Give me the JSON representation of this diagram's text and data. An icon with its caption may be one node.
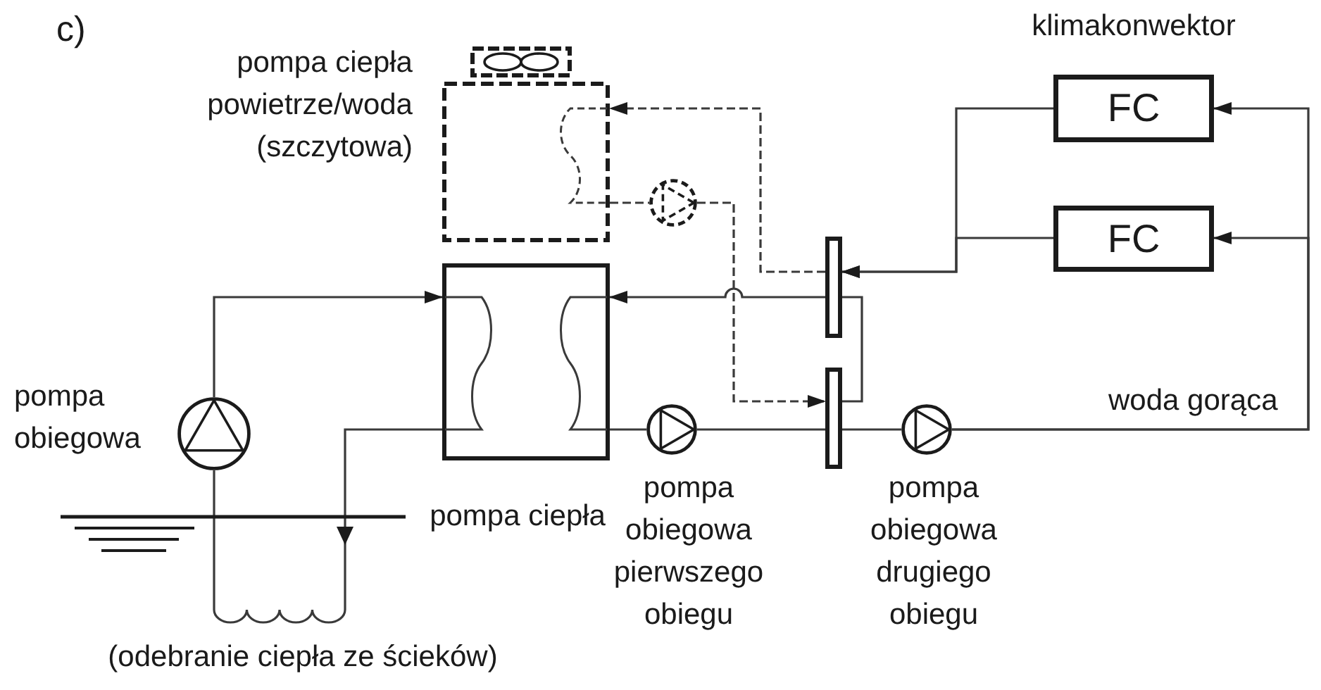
{
  "diagram": {
    "nodes": [
      {
        "text": [
          "pompa ciepła powietrze/woda (szczytowa)"
        ]
      },
      {
        "text": [],
        "shape": "circle"
      },
      {
        "text": [],
        "shape": "bar"
      },
      {
        "text": [
          "klimakonwektor",
          "FC"
        ]
      },
      {
        "text": [
          "FC"
        ]
      },
      {
        "text": [
          "pompa ciepła"
        ]
      },
      {
        "text": [],
        "shape": "bar"
      },
      {
        "text": [
          "pompa obiegowa"
        ]
      },
      {
        "text": [
          "pompa obiegowa pierwszego obiegu"
        ]
      },
      {
        "text": [
          "pompa obiegowa drugiego obiegu"
        ]
      },
      {
        "text": [
          "(odebranie ciepła ze ścieków)"
        ]
      }
    ],
    "edges": [
      {
        "from": 7,
        "to": 5,
        "arrow": "to"
      },
      {
        "from": 5,
        "to": 10,
        "arrow": "to"
      },
      {
        "from": 10,
        "to": 7,
        "arrow": "none"
      },
      {
        "from": 2,
        "to": 5,
        "arrow": "to"
      },
      {
        "from": 5,
        "to": 8,
        "arrow": "none"
      },
      {
        "from": 8,
        "to": 6,
        "arrow": "none"
      },
      {
        "from": 6,
        "to": 9,
        "arrow": "none"
      },
      {
        "from": 9,
        "to": 3,
        "arrow": "to",
        "label": "woda gorąca"
      },
      {
        "from": 9,
        "to": 4,
        "arrow": "to"
      },
      {
        "from": 3,
        "to": 2,
        "arrow": "to"
      },
      {
        "from": 4,
        "to": 2,
        "arrow": "to"
      },
      {
        "from": 2,
        "to": 6,
        "arrow": "none"
      },
      {
        "from": 2,
        "to": 0,
        "arrow": "to",
        "style": "dashed"
      },
      {
        "from": 0,
        "to": 1,
        "arrow": "none",
        "style": "dashed"
      },
      {
        "from": 1,
        "to": 6,
        "arrow": "to",
        "style": "dashed"
      }
    ],
    "labels": [
      "c)"
    ]
  }
}
